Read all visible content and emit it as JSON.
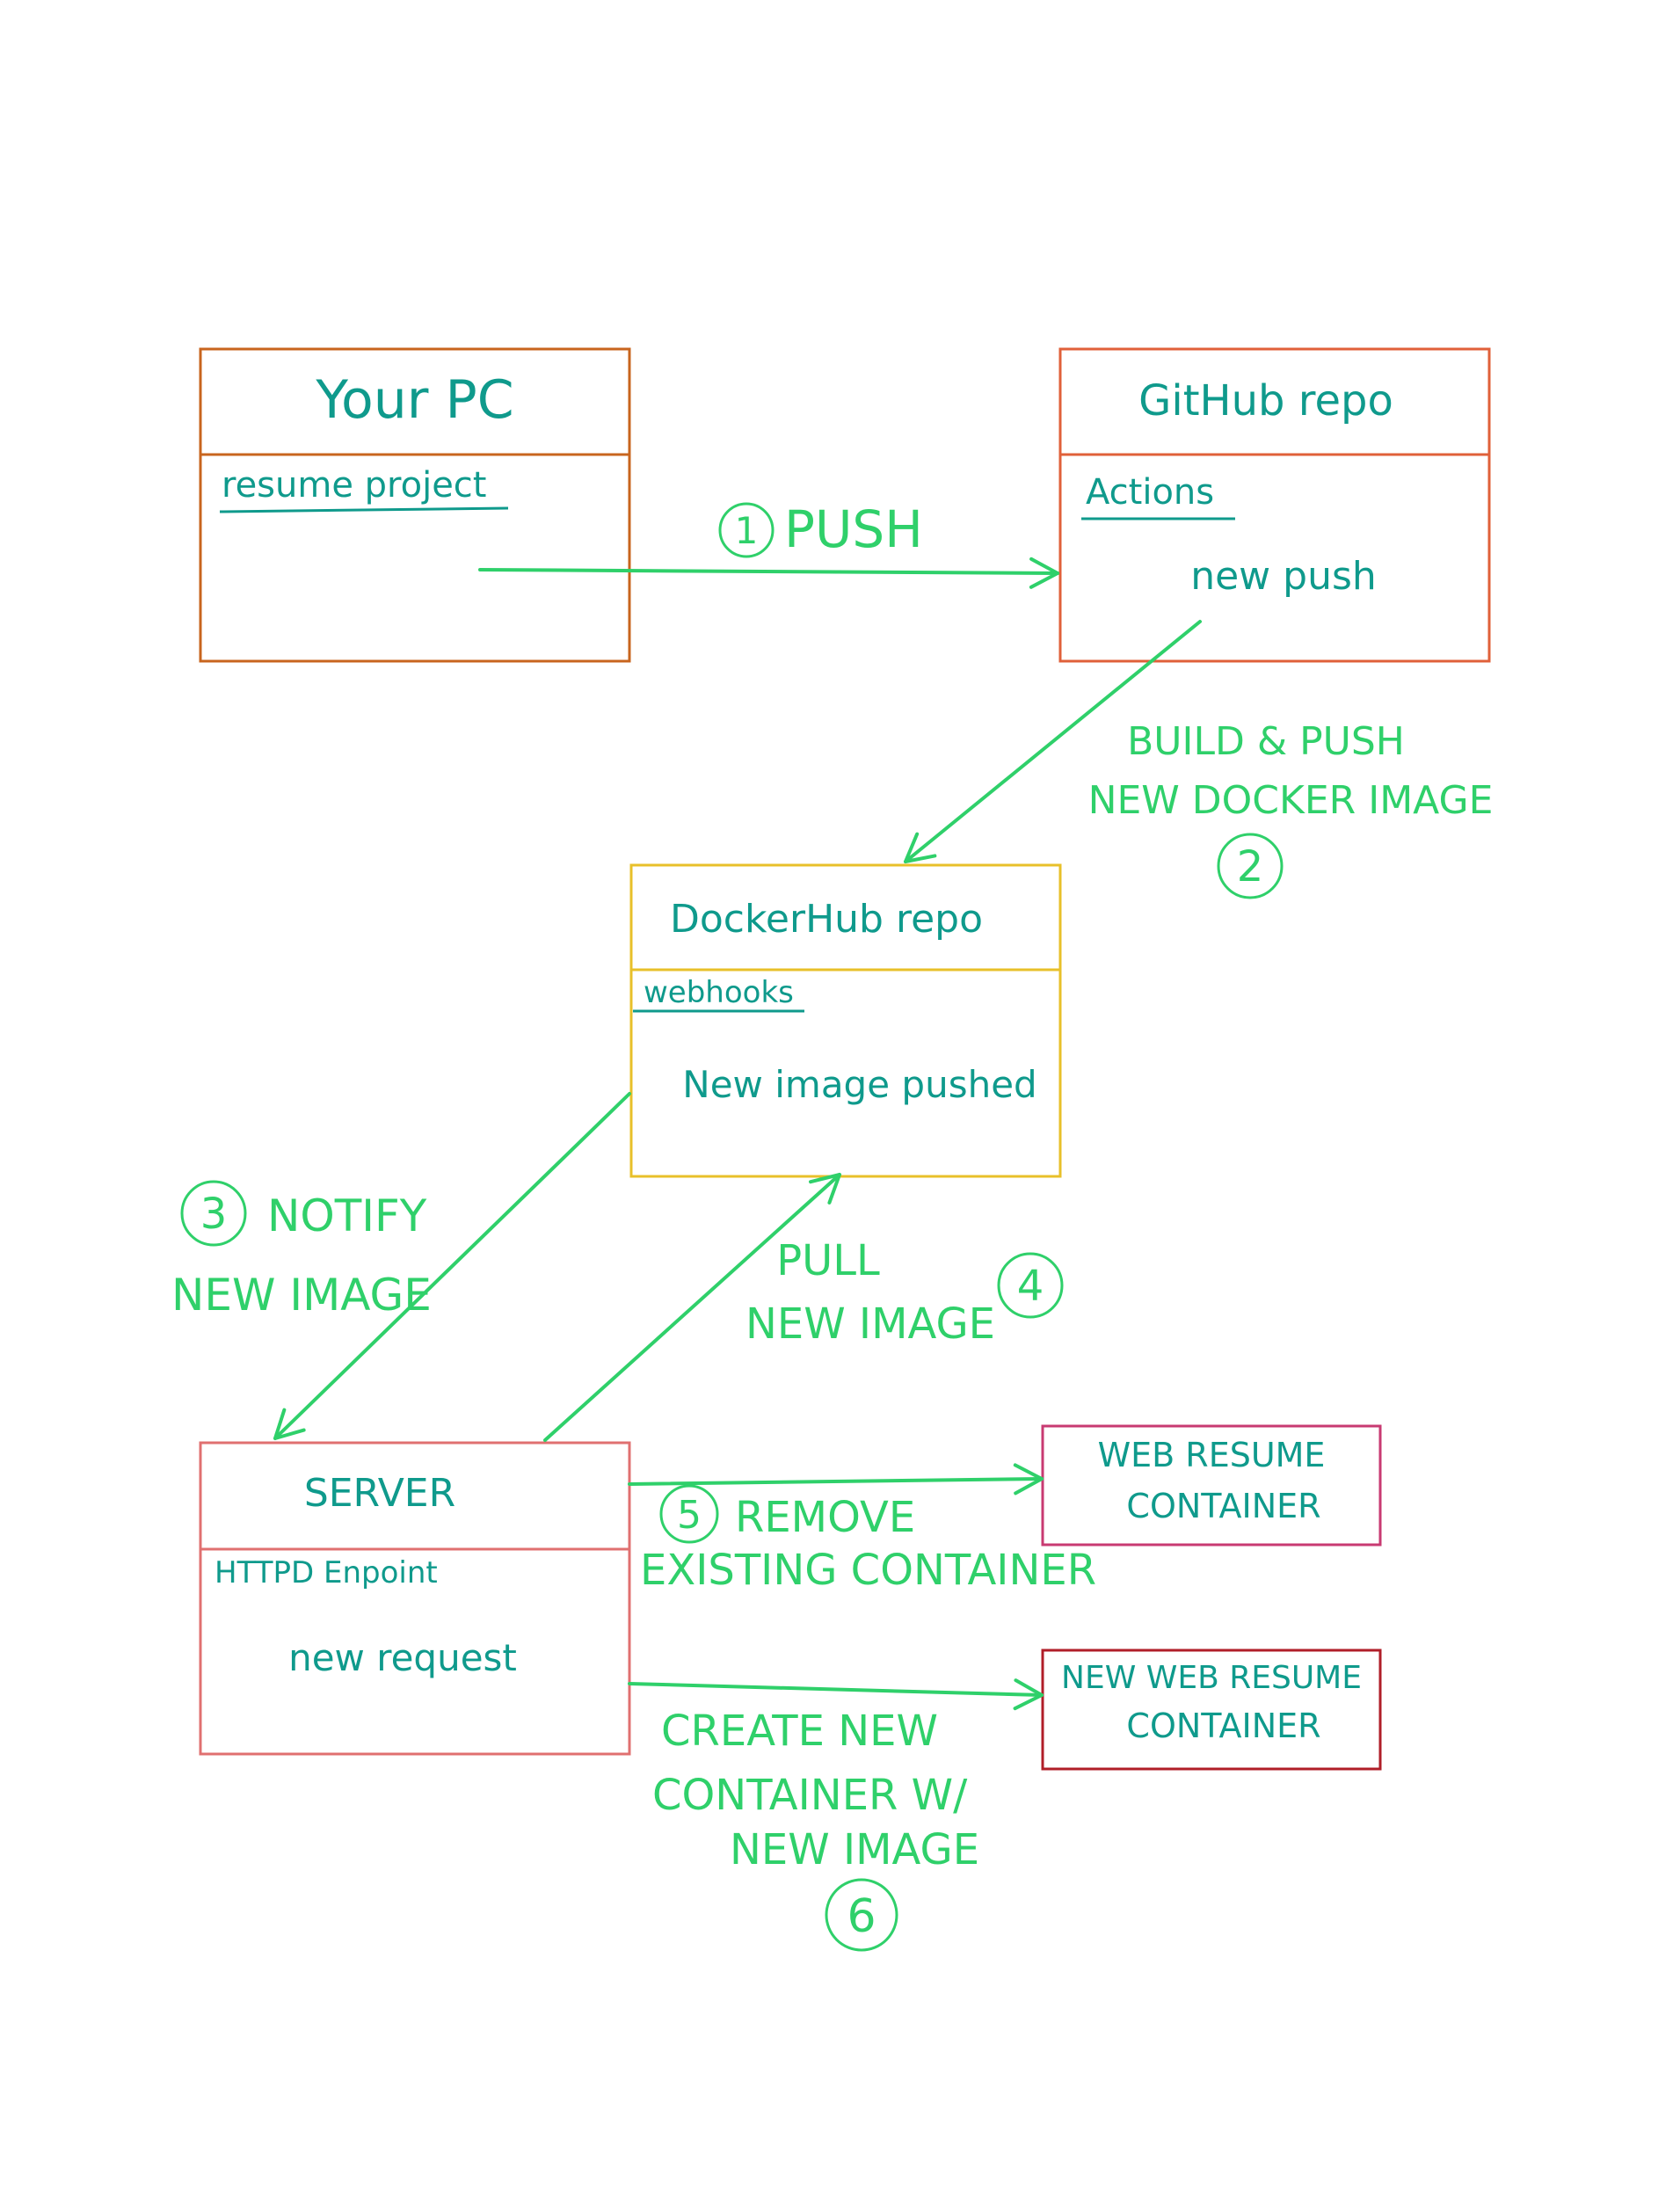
{
  "colors": {
    "pc_box": "#c8651e",
    "github_box": "#e0603a",
    "dockerhub_box": "#e8c02a",
    "server_box": "#e07070",
    "web_container_box": "#c83a72",
    "new_container_box": "#b01e28",
    "label_teal": "#0f9a8c",
    "arrow_green": "#2fd06a"
  },
  "nodes": {
    "pc": {
      "title": "Your PC",
      "section": "resume project",
      "body": ""
    },
    "github": {
      "title": "GitHub repo",
      "section": "Actions",
      "body": "new push"
    },
    "dockerhub": {
      "title": "DockerHub repo",
      "section": "webhooks",
      "body": "New image pushed"
    },
    "server": {
      "title": "SERVER",
      "section": "HTTPD Enpoint",
      "body": "new request"
    },
    "web_container": {
      "line1": "WEB RESUME",
      "line2": "CONTAINER"
    },
    "new_container": {
      "line1": "NEW WEB RESUME",
      "line2": "CONTAINER"
    }
  },
  "steps": {
    "s1": {
      "num": "1",
      "text": "PUSH"
    },
    "s2": {
      "num": "2",
      "line1": "BUILD & PUSH",
      "line2": "NEW DOCKER IMAGE"
    },
    "s3": {
      "num": "3",
      "line1": "NOTIFY",
      "line2": "NEW IMAGE"
    },
    "s4": {
      "num": "4",
      "line1": "PULL",
      "line2": "NEW IMAGE"
    },
    "s5": {
      "num": "5",
      "line1": "REMOVE",
      "line2": "EXISTING CONTAINER"
    },
    "s6": {
      "num": "6",
      "line1": "CREATE NEW",
      "line2": "CONTAINER W/",
      "line3": "NEW IMAGE"
    }
  }
}
